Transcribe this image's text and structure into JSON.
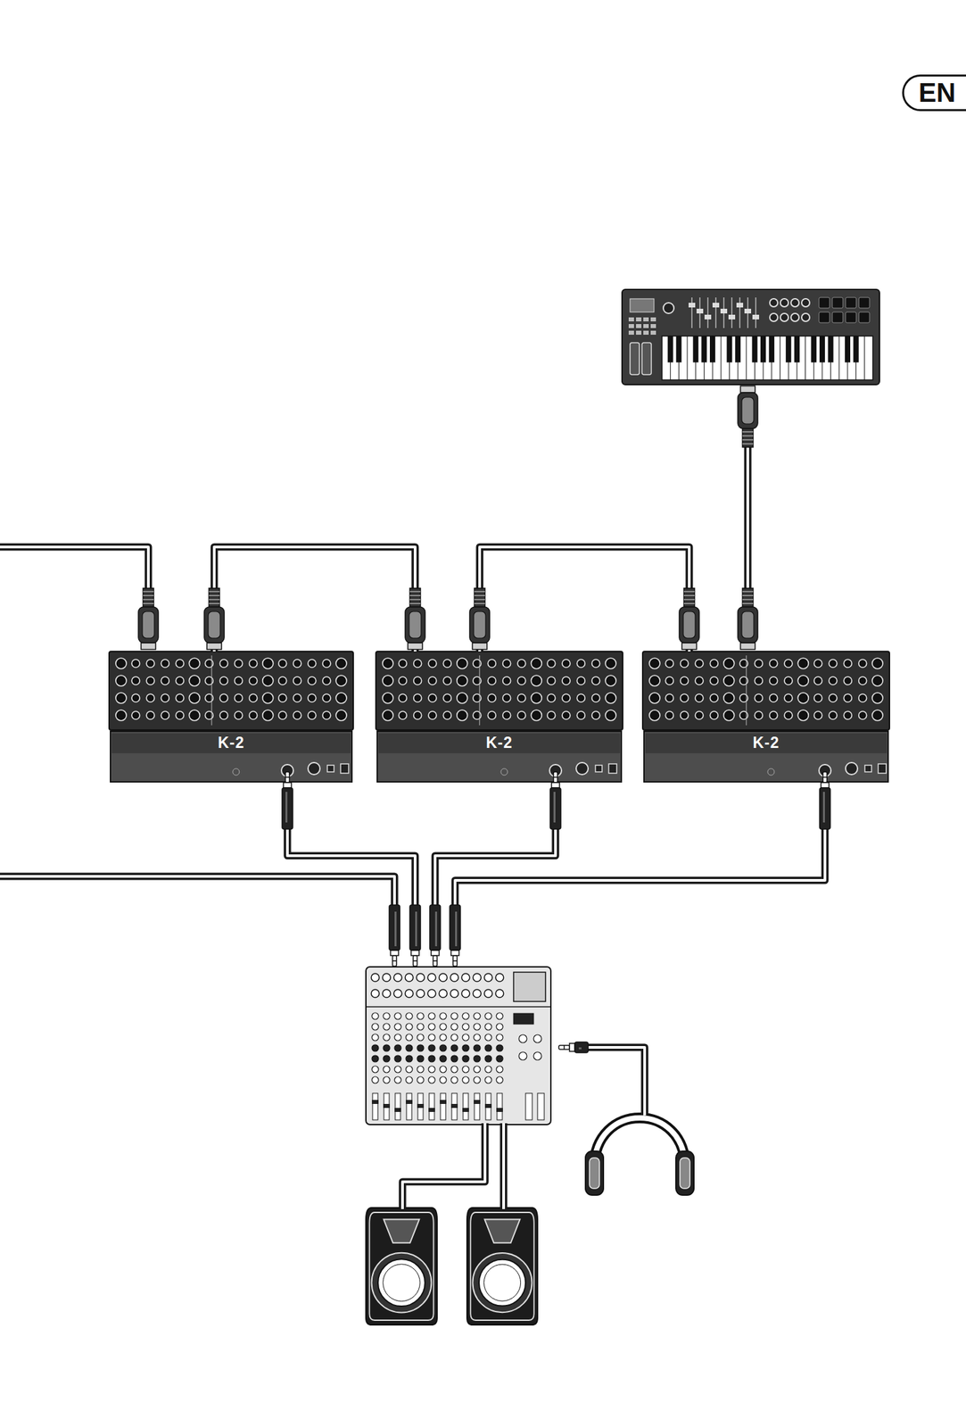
{
  "diagram": {
    "nodes": [
      {
        "text": [
          "EN"
        ]
      },
      {
        "text": [
          "K-2"
        ]
      },
      {
        "text": [
          "K-2"
        ]
      },
      {
        "text": [
          "K-2"
        ]
      }
    ],
    "edges": [
      {
        "from": 3,
        "to": 2,
        "arrow": "none"
      },
      {
        "from": 2,
        "to": 1,
        "arrow": "none"
      }
    ]
  }
}
